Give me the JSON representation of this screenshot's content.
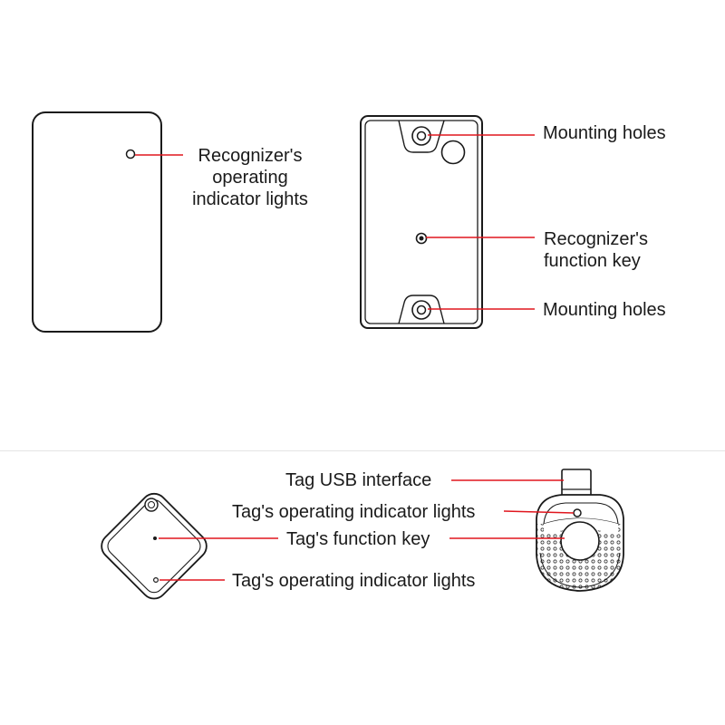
{
  "colors": {
    "leader_line": "#e0161e",
    "outline": "#1a1a1a",
    "divider": "#e4e4e4",
    "background": "#ffffff"
  },
  "recognizer_front": {
    "indicator_label": [
      "Recognizer's",
      "operating",
      "indicator lights"
    ]
  },
  "recognizer_back": {
    "mounting_holes_top_label": "Mounting holes",
    "function_key_label": [
      "Recognizer's",
      "function key"
    ],
    "mounting_holes_bottom_label": "Mounting holes"
  },
  "tags": {
    "usb_interface_label": "Tag USB interface",
    "indicator_label_top": "Tag's operating indicator lights",
    "function_key_label": "Tag's function key",
    "indicator_label_bottom": "Tag's operating indicator lights"
  }
}
